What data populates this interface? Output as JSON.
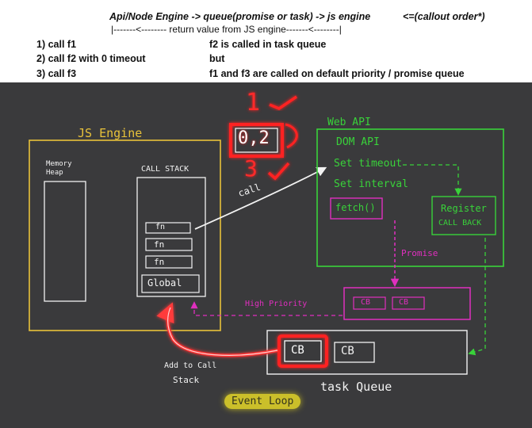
{
  "notes": {
    "title": "Api/Node Engine -> queue(promise or task) -> js engine",
    "callout": "<=(callout order*)",
    "return_line": "|-------<-------- return value from JS engine-------<--------|",
    "steps": [
      "1) call f1",
      "2) call f2 with 0 timeout",
      "3) call f3"
    ],
    "remarks": [
      "f2 is called in task queue",
      "but",
      "f1 and f3 are called on default priority / promise queue"
    ]
  },
  "diagram": {
    "js_engine": "JS Engine",
    "memory_heap": [
      "Memory",
      "Heap"
    ],
    "call_stack": "CALL STACK",
    "frames": [
      "fn",
      "fn",
      "fn"
    ],
    "global": "Global",
    "order_marks": [
      "1",
      "0,2",
      "3"
    ],
    "call_label": "call",
    "web_api": "Web API",
    "dom_api": "DOM API",
    "set_timeout": "Set timeout",
    "set_interval": "Set interval",
    "fetch": "fetch()",
    "register": [
      "Register",
      "CALL BACK"
    ],
    "promise_label": "Promise",
    "high_priority": "High Priority",
    "promise_queue": [
      "CB",
      "CB"
    ],
    "task_queue_items": [
      "CB",
      "CB"
    ],
    "task_queue": "task Queue",
    "add_to_stack": [
      "Add to Call",
      "Stack"
    ],
    "event_loop": "Event Loop"
  },
  "colors": {
    "board": "#3a3a3c",
    "js_engine": "#e8c23a",
    "web_api": "#39d23a",
    "promise": "#e02fbf",
    "highlight": "#ff2020",
    "chalk": "#f2f2f2"
  }
}
